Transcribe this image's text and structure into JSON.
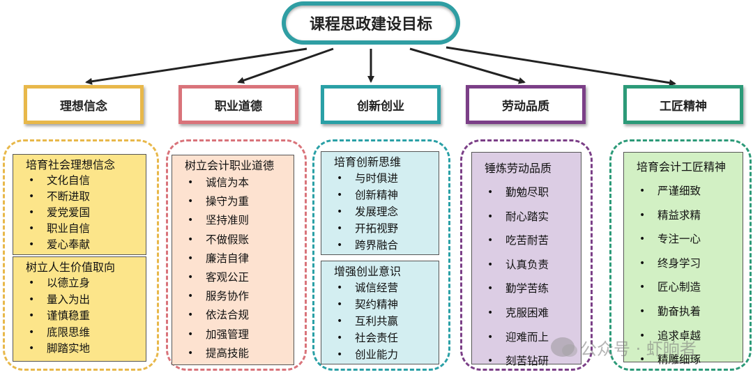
{
  "root": {
    "title": "课程思政建设目标"
  },
  "colors": {
    "root_ring": "#2f9ea3",
    "lixiang": "#e8b84a",
    "zhiye": "#d9737a",
    "chuangxin": "#2aa0a6",
    "laodong": "#7b3f87",
    "gongjiang": "#2c9a78"
  },
  "categories": [
    {
      "id": "lixiang",
      "label": "理想信念",
      "accent": "#e8b84a",
      "fill": "#fce58a"
    },
    {
      "id": "zhiye",
      "label": "职业道德",
      "accent": "#d9737a",
      "fill": "#fde2d0"
    },
    {
      "id": "chuangxin",
      "label": "创新创业",
      "accent": "#2aa0a6",
      "fill": "#d3eef1"
    },
    {
      "id": "laodong",
      "label": "劳动品质",
      "accent": "#7b3f87",
      "fill": "#dccde4"
    },
    {
      "id": "gongjiang",
      "label": "工匠精神",
      "accent": "#2c9a78",
      "fill": "#d2f0c4"
    }
  ],
  "cards": {
    "lixiang_1": {
      "title": "培育社会理想信念",
      "items": [
        "文化自信",
        "不断进取",
        "爱党爱国",
        "职业自信",
        "爱心奉献"
      ]
    },
    "lixiang_2": {
      "title": "树立人生价值取向",
      "items": [
        "以德立身",
        "量入为出",
        "谨慎稳重",
        "底限思维",
        "脚踏实地"
      ]
    },
    "zhiye_1": {
      "title": "树立会计职业道德",
      "items": [
        "诚信为本",
        "操守为重",
        "坚持准则",
        "不做假账",
        "廉洁自律",
        "客观公正",
        "服务协作",
        "依法合规",
        "加强管理",
        "提高技能"
      ]
    },
    "chuangxin_1": {
      "title": "培育创新思维",
      "items": [
        "与时俱进",
        "创新精神",
        "发展理念",
        "开拓视野",
        "跨界融合"
      ]
    },
    "chuangxin_2": {
      "title": "增强创业意识",
      "items": [
        "诚信经营",
        "契约精神",
        "互利共赢",
        "社会责任",
        "创业能力"
      ]
    },
    "laodong_1": {
      "title": "锤炼劳动品质",
      "items": [
        "勤勉尽职",
        "耐心踏实",
        "吃苦耐苦",
        "认真负责",
        "勤学苦练",
        "克服困难",
        "迎难而上",
        "刻苦钻研"
      ]
    },
    "gongjiang_1": {
      "title": "培育会计工匠精神",
      "items": [
        "严谨细致",
        "精益求精",
        "专注一心",
        "终身学习",
        "匠心制造",
        "勤奋执着",
        "追求卓越",
        "精雕细琢"
      ]
    }
  },
  "watermark": {
    "text": "公众号 · 虾晌者",
    "icon": "wechat-icon"
  }
}
